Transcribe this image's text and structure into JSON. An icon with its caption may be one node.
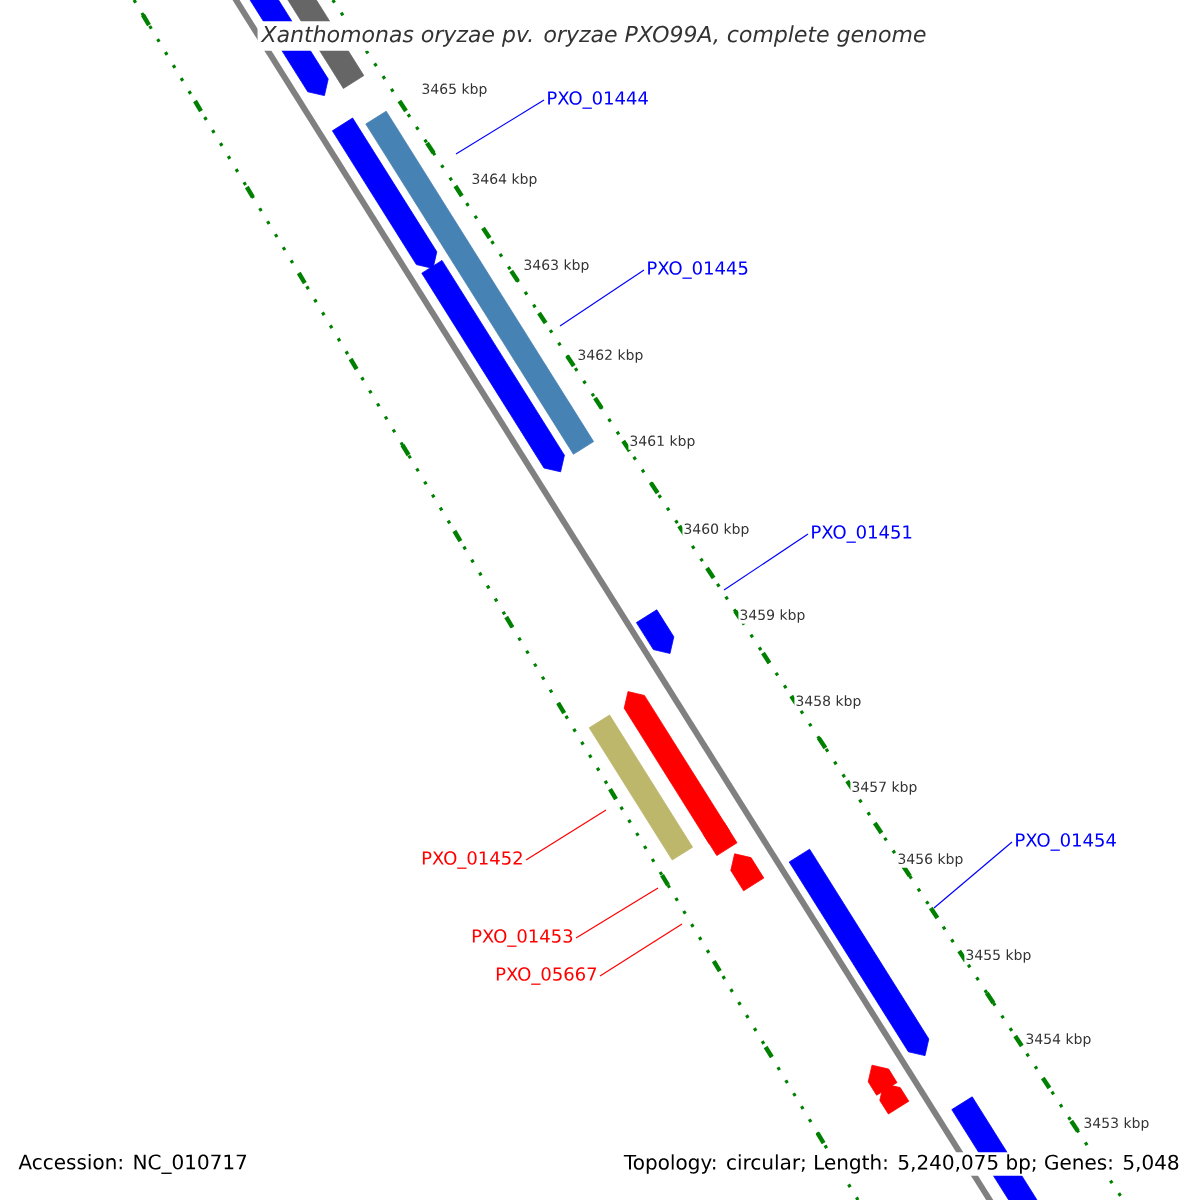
{
  "diagram": {
    "title": "Xanthomonas oryzae pv. oryzae PXO99A, complete genome",
    "nodes": [
      {
        "text": [
          "PXO_01444"
        ]
      },
      {
        "text": [
          "PXO_01445"
        ]
      },
      {
        "text": [
          "PXO_01451"
        ]
      },
      {
        "text": [
          "PXO_01454"
        ]
      },
      {
        "text": [
          "PXO_01452"
        ]
      },
      {
        "text": [
          "PXO_01453"
        ]
      },
      {
        "text": [
          "PXO_05667"
        ]
      }
    ],
    "edges": [
      {
        "from": 0,
        "to": null,
        "arrow": "none"
      },
      {
        "from": 1,
        "to": null,
        "arrow": "none"
      },
      {
        "from": 2,
        "to": null,
        "arrow": "none"
      },
      {
        "from": 3,
        "to": null,
        "arrow": "none"
      },
      {
        "from": 4,
        "to": null,
        "arrow": "none",
        "color": "#ff0000"
      },
      {
        "from": 5,
        "to": null,
        "arrow": "none",
        "color": "#ff0000"
      },
      {
        "from": 6,
        "to": null,
        "arrow": "none",
        "color": "#ff0000"
      }
    ],
    "labels": [
      "3465 kbp",
      "3464 kbp",
      "3463 kbp",
      "3462 kbp",
      "3461 kbp",
      "3460 kbp",
      "3459 kbp",
      "3458 kbp",
      "3457 kbp",
      "3456 kbp",
      "3455 kbp",
      "3454 kbp",
      "3453 kbp",
      "Accession: NC_010717",
      "Topology: circular; Length: 5,240,075 bp; Genes: 5,048"
    ]
  }
}
